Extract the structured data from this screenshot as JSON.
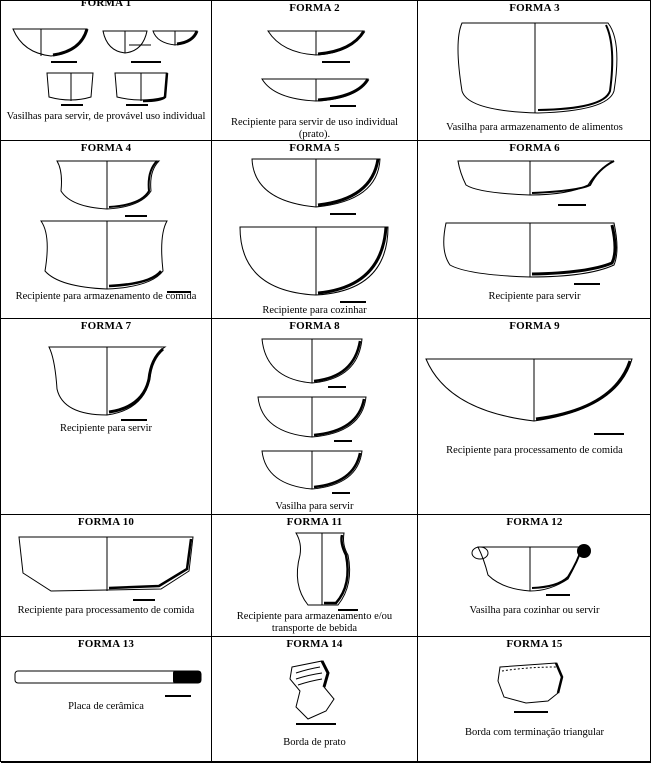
{
  "cells": [
    {
      "title": "FORMA 1",
      "caption": "Vasilhas para servir, de provável uso individual",
      "icon": "serving-bowls-drawing"
    },
    {
      "title": "FORMA 2",
      "caption": "Recipiente para servir de uso individual (prato).",
      "icon": "plates-drawing"
    },
    {
      "title": "FORMA 3",
      "caption": "Vasilha para armazenamento de alimentos",
      "icon": "storage-vessel-drawing"
    },
    {
      "title": "FORMA 4",
      "caption": "Recipiente para armazenamento de comida",
      "icon": "storage-pot-drawing"
    },
    {
      "title": "FORMA 5",
      "caption": "Recipiente para cozinhar",
      "icon": "cooking-pot-drawing"
    },
    {
      "title": "FORMA 6",
      "caption": "Recipiente para servir",
      "icon": "serving-bowl-drawing"
    },
    {
      "title": "FORMA 7",
      "caption": "Recipiente para servir",
      "icon": "flared-bowl-drawing"
    },
    {
      "title": "FORMA 8",
      "caption": "Vasilha para servir",
      "icon": "small-bowls-drawing"
    },
    {
      "title": "FORMA 9",
      "caption": "Recipiente para processamento de comida",
      "icon": "wide-basin-drawing"
    },
    {
      "title": "FORMA 10",
      "caption": "Recipiente para processamento de comida",
      "icon": "carinated-basin-drawing"
    },
    {
      "title": "FORMA 11",
      "caption": "Recipiente para armazenamento e/ou transporte de bebida",
      "icon": "jar-drawing"
    },
    {
      "title": "FORMA 12",
      "caption": "Vasilha para cozinhar ou servir",
      "icon": "handled-bowl-drawing"
    },
    {
      "title": "FORMA 13",
      "caption": "Placa de cerâmica",
      "icon": "ceramic-plate-drawing"
    },
    {
      "title": "FORMA 14",
      "caption": "Borda de prato",
      "icon": "plate-rim-sherd-drawing"
    },
    {
      "title": "FORMA 15",
      "caption": "Borda com terminação triangular",
      "icon": "triangular-rim-sherd-drawing"
    }
  ]
}
